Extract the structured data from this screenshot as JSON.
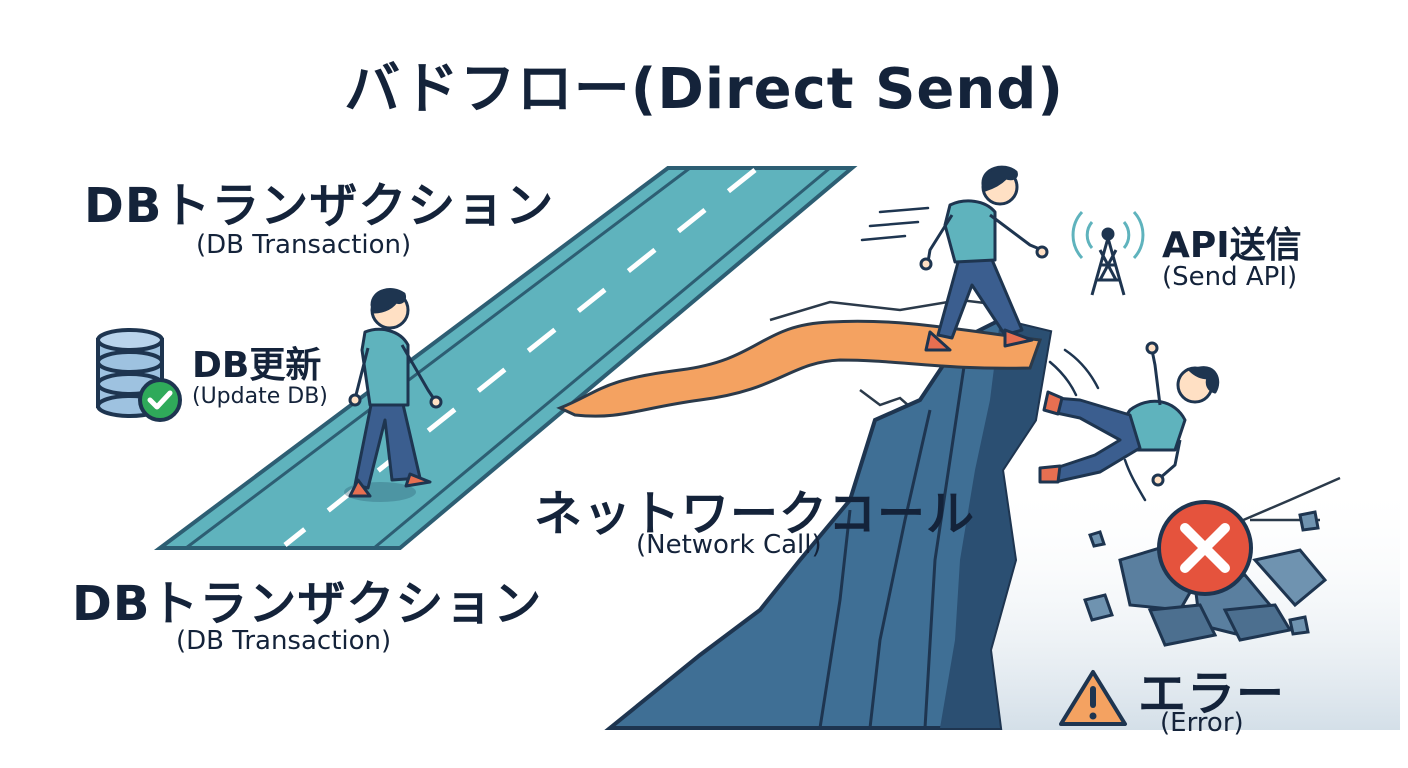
{
  "title": "バドフロー(Direct Send)",
  "labels": {
    "db_transaction_top": {
      "ja": "DBトランザクション",
      "en": "(DB Transaction)"
    },
    "db_update": {
      "ja": "DB更新",
      "en": "(Update DB)"
    },
    "network_call": {
      "ja": "ネットワークコール",
      "en": "(Network Call)"
    },
    "db_transaction_bottom": {
      "ja": "DBトランザクション",
      "en": "(DB Transaction)"
    },
    "api_send": {
      "ja": "API送信",
      "en": "(Send API)"
    },
    "error": {
      "ja": "エラー",
      "en": "(Error)"
    }
  },
  "colors": {
    "road": "#5fb3bd",
    "road_edge": "#2d5e73",
    "bridge": "#f4a261",
    "cliff": "#3f6f95",
    "cliff_dark": "#2b4f72",
    "person_shirt": "#5fb3bd",
    "person_pants": "#3b5e8f",
    "shoes": "#e76f51",
    "error_red": "#e5533d",
    "warning": "#f4a261",
    "check_green": "#2faa5a",
    "rocks": "#5a7f9f",
    "text": "#14233a"
  },
  "icons": [
    "database-icon",
    "check-icon",
    "antenna-icon",
    "error-icon",
    "warning-icon"
  ]
}
